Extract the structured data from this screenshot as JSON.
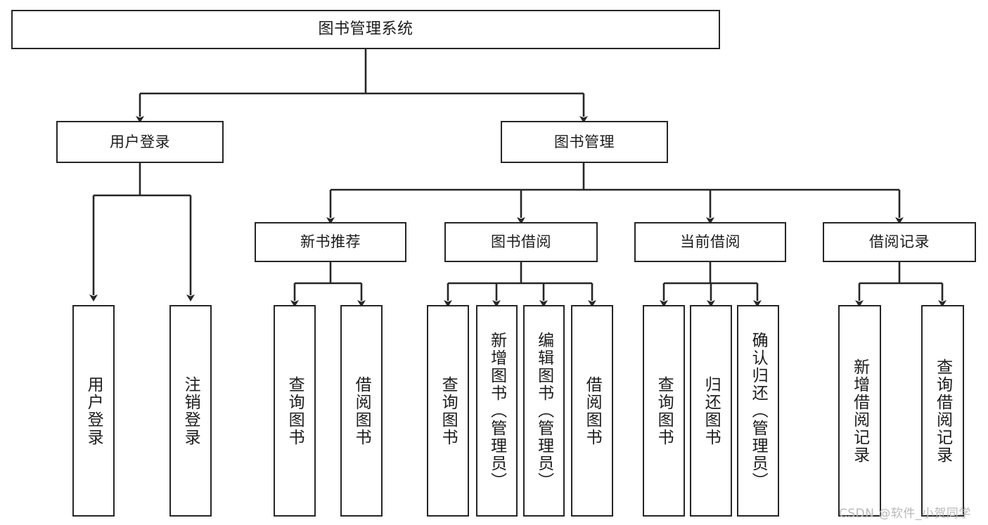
{
  "diagram": {
    "title": "图书管理系统",
    "type": "tree",
    "orientation": "top-down",
    "colors": {
      "box_border": "#262626",
      "box_fill": "#ffffff",
      "edge": "#262626",
      "text": "#1c1c1c",
      "watermark": "#b9b9b9",
      "background": "#ffffff"
    }
  },
  "nodes": {
    "root": {
      "label": "图书管理系统",
      "level": 1
    },
    "level2": [
      {
        "id": "user-login",
        "label": "用户登录"
      },
      {
        "id": "book-manage",
        "label": "图书管理"
      }
    ],
    "level3": [
      {
        "id": "new-book-recommend",
        "label": "新书推荐",
        "parent": "book-manage"
      },
      {
        "id": "book-borrow",
        "label": "图书借阅",
        "parent": "book-manage"
      },
      {
        "id": "current-borrow",
        "label": "当前借阅",
        "parent": "book-manage"
      },
      {
        "id": "borrow-record",
        "label": "借阅记录",
        "parent": "book-manage"
      }
    ],
    "leaves": [
      {
        "id": "leaf-user-login",
        "label": "用户登录",
        "parent": "user-login"
      },
      {
        "id": "leaf-logout-login",
        "label": "注销登录",
        "parent": "user-login"
      },
      {
        "id": "leaf-query-book-1",
        "label": "查询图书",
        "parent": "new-book-recommend"
      },
      {
        "id": "leaf-borrow-book-1",
        "label": "借阅图书",
        "parent": "new-book-recommend"
      },
      {
        "id": "leaf-query-book-2",
        "label": "查询图书",
        "parent": "book-borrow"
      },
      {
        "id": "leaf-add-book",
        "label": "新增图书（管理员）",
        "parent": "book-borrow"
      },
      {
        "id": "leaf-edit-book",
        "label": "编辑图书（管理员）",
        "parent": "book-borrow"
      },
      {
        "id": "leaf-borrow-book-2",
        "label": "借阅图书",
        "parent": "book-borrow"
      },
      {
        "id": "leaf-query-book-3",
        "label": "查询图书",
        "parent": "current-borrow"
      },
      {
        "id": "leaf-return-book",
        "label": "归还图书",
        "parent": "current-borrow"
      },
      {
        "id": "leaf-confirm-return",
        "label": "确认归还（管理员）",
        "parent": "current-borrow"
      },
      {
        "id": "leaf-add-record",
        "label": "新增借阅记录",
        "parent": "borrow-record"
      },
      {
        "id": "leaf-query-record",
        "label": "查询借阅记录",
        "parent": "borrow-record"
      }
    ]
  },
  "watermark": {
    "text": "CSDN @软件_小贺同学"
  }
}
